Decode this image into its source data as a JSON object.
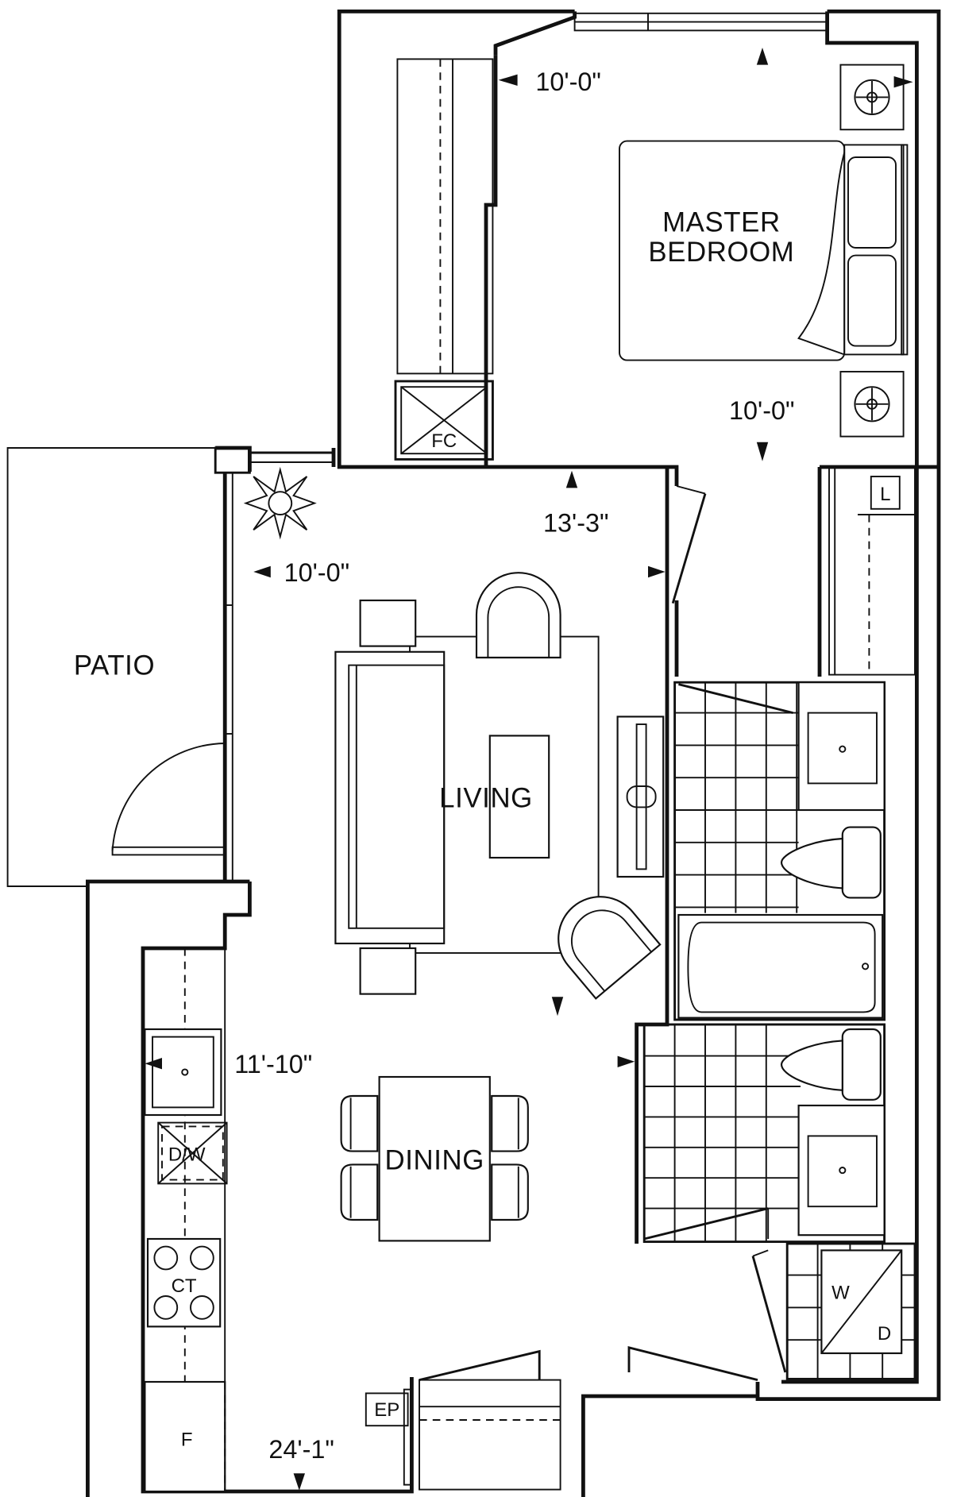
{
  "rooms": {
    "master_bedroom_line1": "MASTER",
    "master_bedroom_line2": "BEDROOM",
    "patio": "PATIO",
    "living": "LIVING",
    "dining": "DINING"
  },
  "dimensions": {
    "bedroom_width": "10'-0\"",
    "bedroom_length": "10'-0\"",
    "living_width": "13'-3\"",
    "living_depth": "10'-0\"",
    "dining_width": "11'-10\"",
    "overall_length": "24'-1\""
  },
  "fixtures": {
    "furnace_closet": "FC",
    "linen": "L",
    "dishwasher": "D/W",
    "cooktop": "CT",
    "fridge": "F",
    "electrical_panel": "EP",
    "washer": "W",
    "dryer": "D"
  },
  "colors": {
    "line": "#111111",
    "background": "#ffffff"
  }
}
